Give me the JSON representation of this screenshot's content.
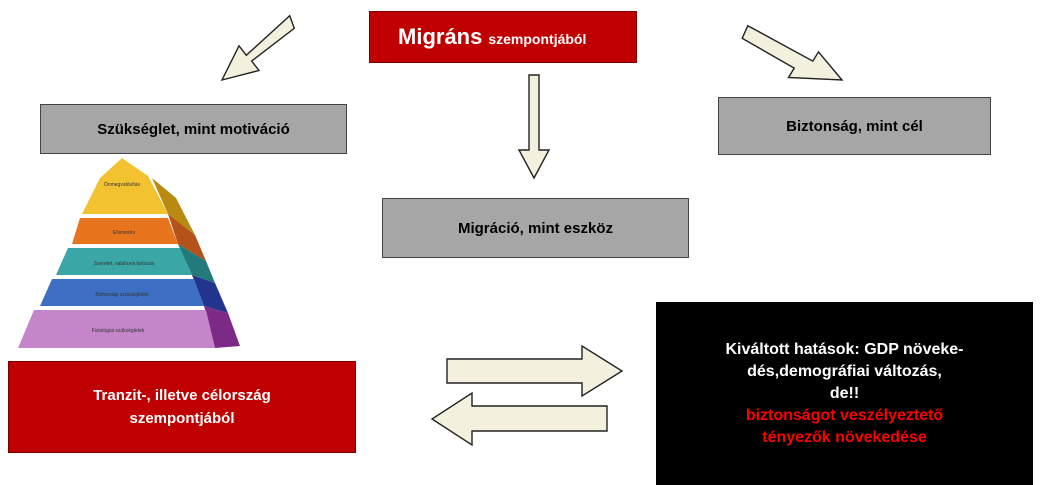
{
  "migrant_box": {
    "main": "Migráns",
    "sub": "szempontjából"
  },
  "need_box": {
    "text": "Szükséglet, mint motiváció"
  },
  "security_box": {
    "text": "Biztonság, mint cél"
  },
  "migration_box": {
    "text": "Migráció, mint eszköz"
  },
  "transit_box": {
    "line1": "Tranzit-, illetve célország",
    "line2": "szempontjából"
  },
  "effects_box": {
    "line1": "Kiváltott hatások: GDP növeke-",
    "line2": "dés,demográfiai változás,",
    "line3": "de!!",
    "line4": "biztonságot veszélyeztető",
    "line5": "tényezők növekedése",
    "highlight_color": "#ff0000"
  },
  "pyramid": {
    "levels": [
      {
        "label": "Önmegvalósítás",
        "color": "#f2c230"
      },
      {
        "label": "Elismerés",
        "color": "#e8741e"
      },
      {
        "label": "Szeretet, valahová tartozás",
        "color": "#3aa6a6"
      },
      {
        "label": "Biztonsági szükségletek",
        "color": "#3d6fc4"
      },
      {
        "label": "Fiziológiai szükségletek",
        "color": "#c486c8"
      }
    ]
  }
}
